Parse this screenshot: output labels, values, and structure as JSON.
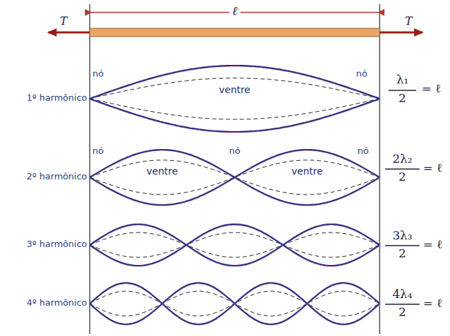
{
  "diagram": {
    "labels": [
      "ℓ",
      "T",
      "T",
      "nó",
      "nó",
      "ventre",
      "1º harmônico",
      "λ₁",
      "2",
      "= ℓ",
      "nó",
      "nó",
      "nó",
      "ventre",
      "ventre",
      "2º harmônico",
      "2λ₂",
      "2",
      "= ℓ",
      "3º harmônico",
      "3λ₃",
      "2",
      "= ℓ",
      "4º harmônico",
      "4λ₄",
      "2",
      "= ℓ"
    ]
  }
}
